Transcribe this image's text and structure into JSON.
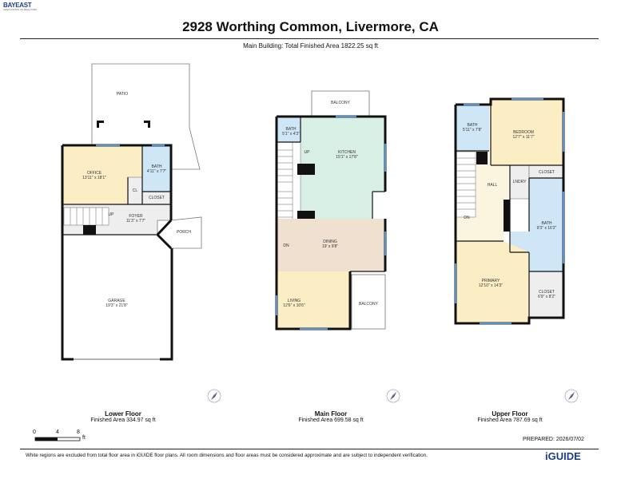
{
  "header": {
    "logo_text": "BAYEAST",
    "logo_sub": "ASSOCIATION OF REALTORS",
    "title": "2928 Worthing Common, Livermore, CA",
    "subtitle": "Main Building: Total Finished Area 1822.25 sq ft"
  },
  "floors": [
    {
      "name": "Lower Floor",
      "area": "Finished Area 334.97 sq ft",
      "rooms": [
        {
          "name": "PATIO",
          "dims": ""
        },
        {
          "name": "OFFICE",
          "dims": "13'11\" x 18'1\""
        },
        {
          "name": "BATH",
          "dims": "4'11\" x 7'7\""
        },
        {
          "name": "CL",
          "dims": ""
        },
        {
          "name": "CLOSET",
          "dims": ""
        },
        {
          "name": "FOYER",
          "dims": "11'3\" x 7'7\""
        },
        {
          "name": "UP",
          "dims": ""
        },
        {
          "name": "PORCH",
          "dims": ""
        },
        {
          "name": "GARAGE",
          "dims": "19'3\" x 21'8\""
        }
      ]
    },
    {
      "name": "Main Floor",
      "area": "Finished Area 699.58 sq ft",
      "rooms": [
        {
          "name": "BALCONY",
          "dims": ""
        },
        {
          "name": "BATH",
          "dims": "5'1\" x 4'3\""
        },
        {
          "name": "UP",
          "dims": ""
        },
        {
          "name": "KITCHEN",
          "dims": "15'1\" x 17'8\""
        },
        {
          "name": "DINING",
          "dims": "19' x 9'8\""
        },
        {
          "name": "DN",
          "dims": ""
        },
        {
          "name": "LIVING",
          "dims": "12'6\" x 10'6\""
        },
        {
          "name": "BALCONY",
          "dims": ""
        }
      ]
    },
    {
      "name": "Upper Floor",
      "area": "Finished Area 787.69 sq ft",
      "rooms": [
        {
          "name": "BATH",
          "dims": "5'11\" x 7'8\""
        },
        {
          "name": "BEDROOM",
          "dims": "12'7\" x 11'7\""
        },
        {
          "name": "HALL",
          "dims": ""
        },
        {
          "name": "LNDRY",
          "dims": ""
        },
        {
          "name": "CLOSET",
          "dims": ""
        },
        {
          "name": "DN",
          "dims": ""
        },
        {
          "name": "BATH",
          "dims": "9'3\" x 16'2\""
        },
        {
          "name": "PRIMARY",
          "dims": "12'10\" x 14'3\""
        },
        {
          "name": "CLOSET",
          "dims": "6'9\" x 8'2\""
        }
      ]
    }
  ],
  "scale": {
    "ticks": [
      "0",
      "4",
      "8"
    ],
    "unit": "ft"
  },
  "footer": {
    "prepared": "PREPARED: 2026/07/02",
    "disclaimer": "White regions are excluded from total floor area in iGUIDE floor plans. All room dimensions and floor areas must be considered approximate and are subject to independent verification.",
    "brand": "iGUIDE"
  },
  "colors": {
    "office": "#fbeec5",
    "bath": "#cfe6f7",
    "kitchen": "#d8efe5",
    "dining": "#efe0d0",
    "closet": "#eeeeee",
    "window": "#5a8fc7",
    "wall": "#111111"
  }
}
